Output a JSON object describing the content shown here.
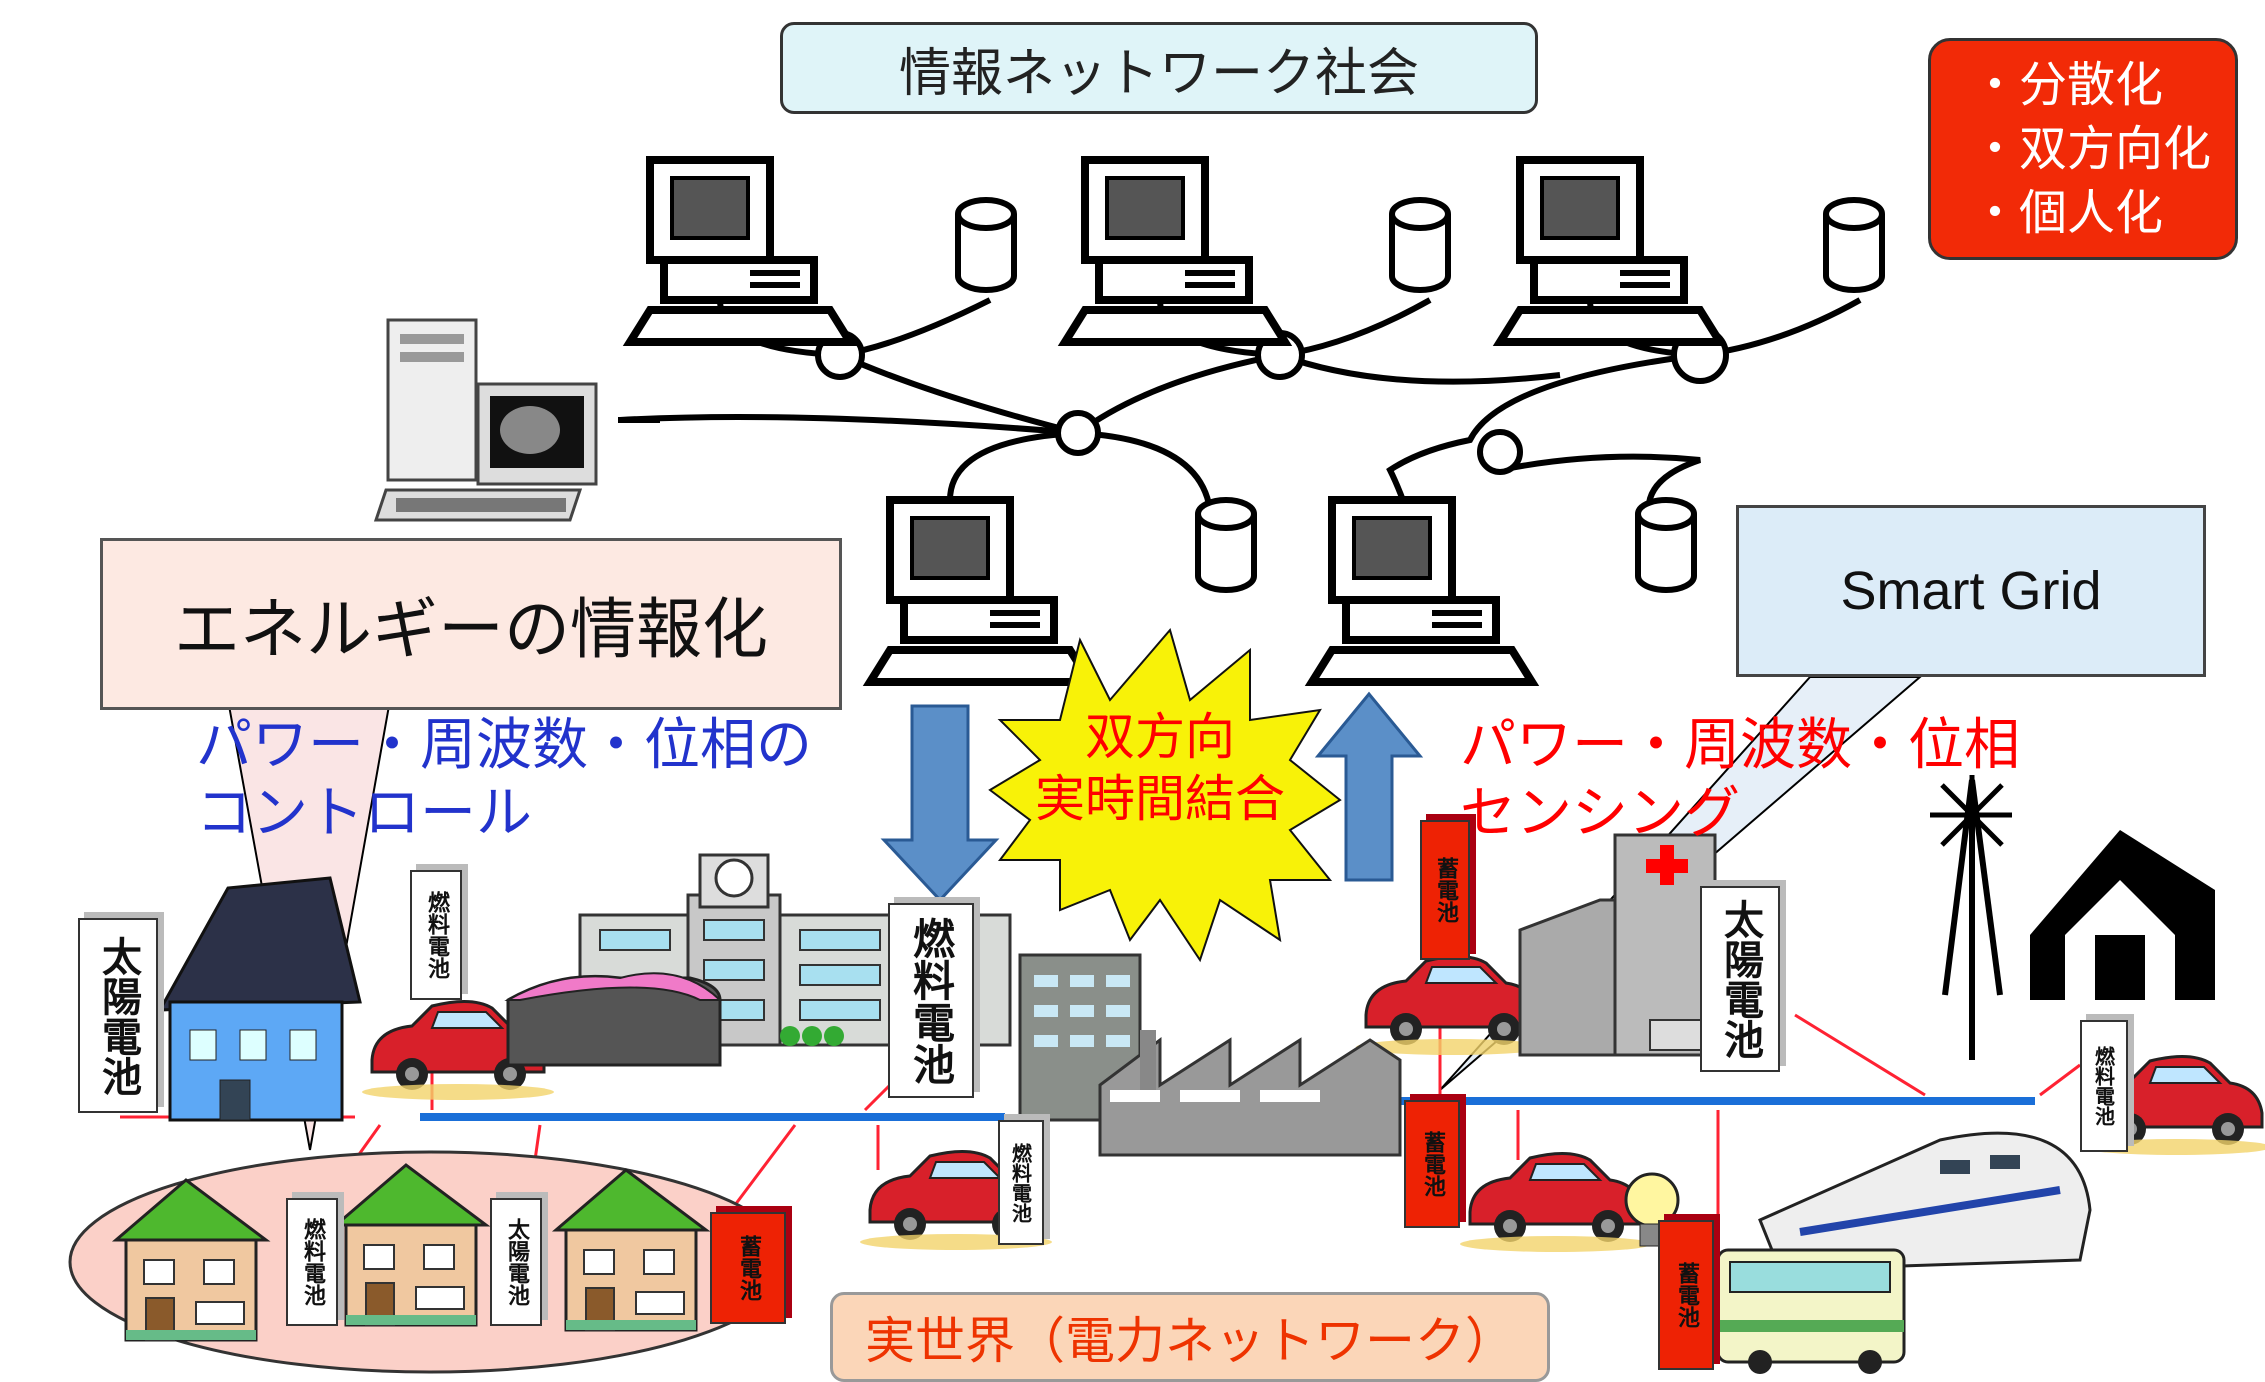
{
  "title": "情報ネットワーク社会",
  "features": [
    "・分散化",
    "・双方向化",
    "・個人化"
  ],
  "energy_info": "エネルギーの情報化",
  "smart_grid": "Smart Grid",
  "control_text": [
    "パワー・周波数・位相の",
    "コントロール"
  ],
  "sensing_text": [
    "パワー・周波数・位相",
    "センシング"
  ],
  "burst_text": [
    "双方向",
    "実時間結合"
  ],
  "real_world": "実世界（電力ネットワーク）",
  "labels": {
    "solar": "太陽電池",
    "fuel": "燃料電池",
    "storage": "蓄電池"
  },
  "colors": {
    "network_line": "#1a6fd8",
    "arrow": "#5b8fc8",
    "burst": "#f8f208",
    "alert_red": "#f22a07"
  }
}
